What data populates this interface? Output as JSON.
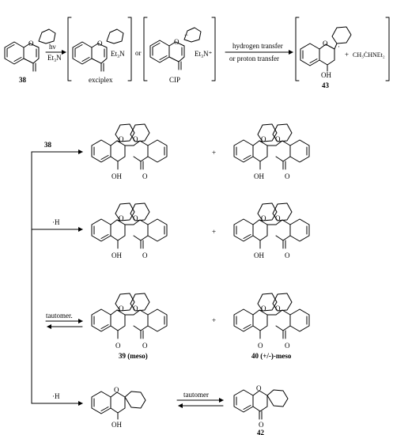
{
  "top_row": {
    "compound_38_label": "38",
    "reagent_hv": "hν",
    "reagent_et3n": "Et₃N",
    "exciplex_label": "exciplex",
    "exciplex_et3n": "Et₃N",
    "or_label": "or",
    "cip_label": "CIP",
    "cip_cation": "Et₃N⁺",
    "arrow_above": "hydrogen transfer",
    "arrow_below": "or proton transfer",
    "radical_oh": "OH",
    "compound_43_label": "43",
    "plus": "+",
    "amine_radical": "CH₃ĊHNEt₂"
  },
  "branch1": {
    "reagent": "38",
    "plus": "+"
  },
  "branch2": {
    "reagent": "·H",
    "plus": "+"
  },
  "branch3": {
    "reagent": "tautomer.",
    "plus": "+",
    "product_39_label": "39 (meso)",
    "product_40_label": "40 (+/-)-meso"
  },
  "branch4": {
    "reagent": "·H",
    "arrow_label": "tautomer",
    "product_42_label": "42"
  },
  "atoms": {
    "O": "O",
    "OH": "OH",
    "dot": "·",
    "minus": "−"
  }
}
